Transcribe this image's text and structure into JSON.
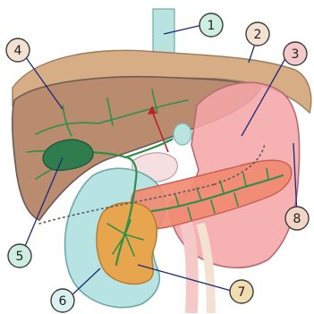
{
  "callouts": [
    {
      "label": "1",
      "fill": "#cdeee0"
    },
    {
      "label": "2",
      "fill": "#f3e2d2"
    },
    {
      "label": "3",
      "fill": "#f6c9c9"
    },
    {
      "label": "4",
      "fill": "#f3e2d2"
    },
    {
      "label": "5",
      "fill": "#cdeee0"
    },
    {
      "label": "6",
      "fill": "#d9f1f0"
    },
    {
      "label": "7",
      "fill": "#f2ddb0"
    },
    {
      "label": "8",
      "fill": "#f3d5c4"
    }
  ],
  "colors": {
    "liver": "#b98b6f",
    "diaphragm": "#d6ad85",
    "stomach": "#f5a6a8",
    "esophagus": "#b9e3df",
    "duodenum": "#b7e3e3",
    "pancreas": "#f08a72",
    "pancreas_head": "#e7a64e",
    "gallbladder": "#2f7d4f",
    "ducts": "#2f8f4a",
    "leader": "#1b2a78",
    "artery": "#c0202a"
  }
}
